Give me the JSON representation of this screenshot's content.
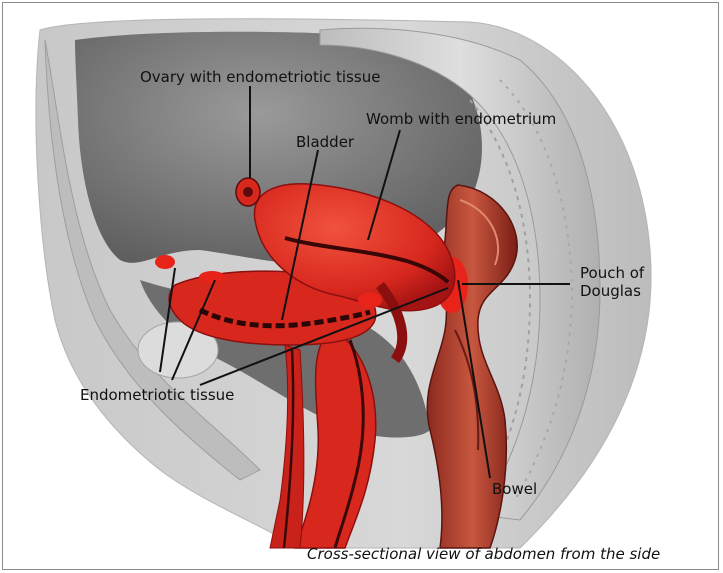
{
  "labels": {
    "ovary": "Ovary with endometriotic tissue",
    "womb": "Womb with endometrium",
    "bladder": "Bladder",
    "pouch": "Pouch of\nDouglas",
    "endometriotic": "Endometriotic tissue",
    "bowel": "Bowel"
  },
  "caption": "Cross-sectional view of abdomen from the side",
  "colors": {
    "tissue_red": "#d8281e",
    "tissue_dark": "#8c0f0f",
    "body_grey": "#9c9c9c",
    "cavity_grey": "#7d7d7d",
    "bone_grey": "#c9c9c9"
  }
}
